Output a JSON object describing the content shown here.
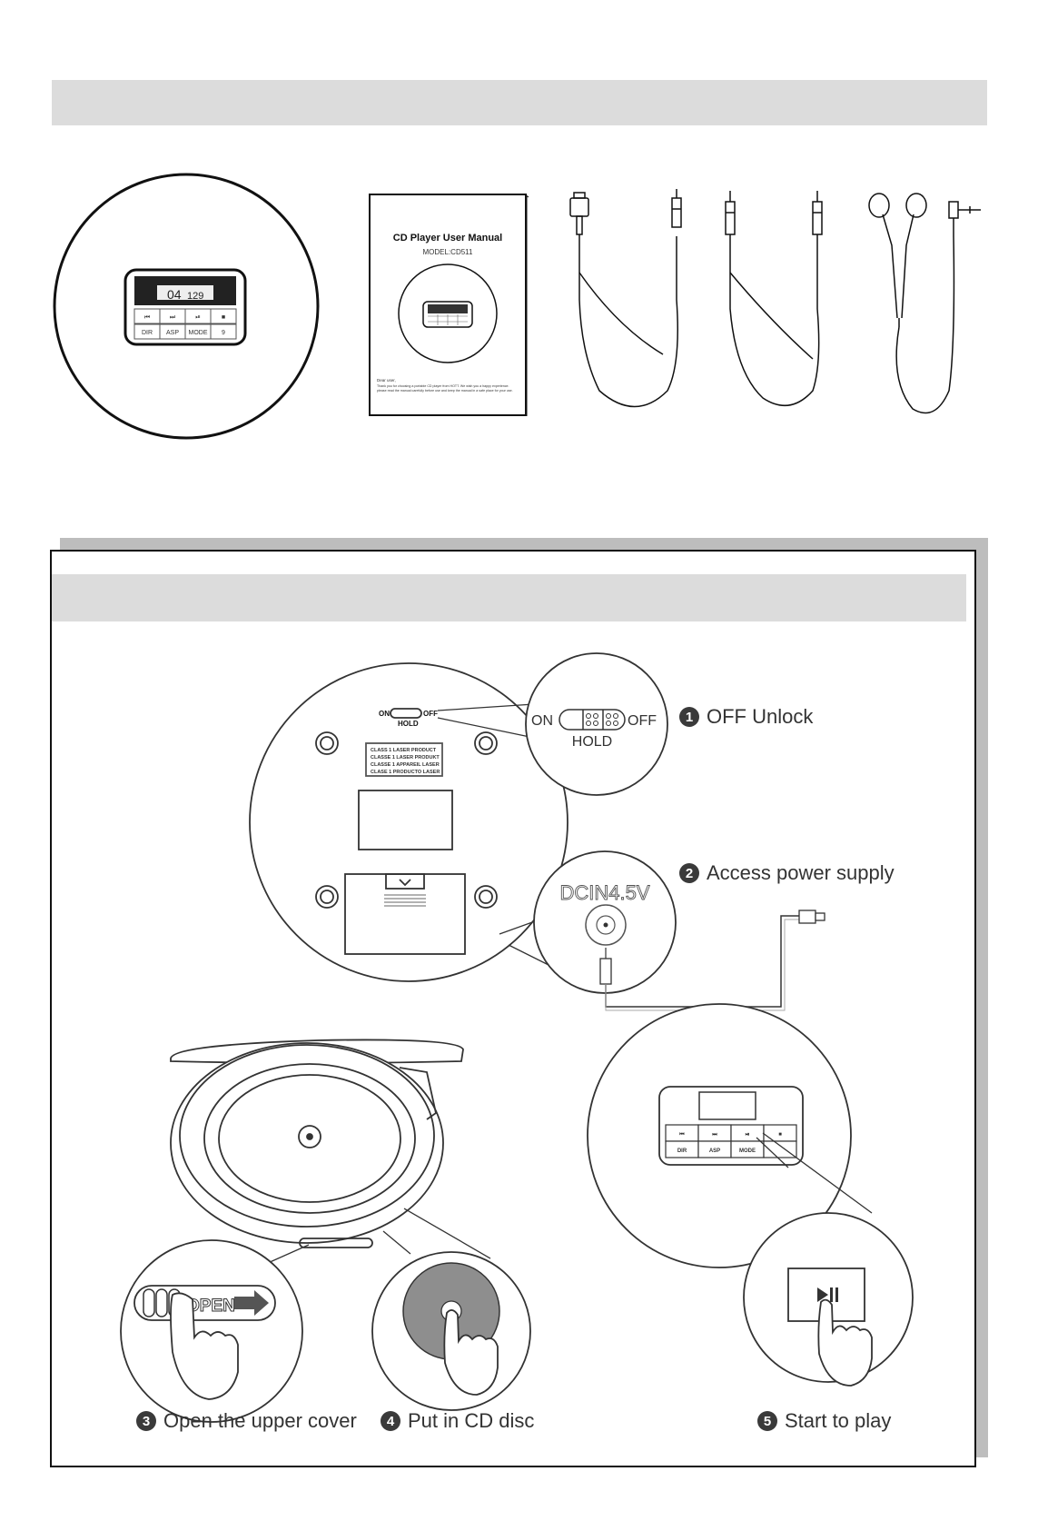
{
  "manual_cover": {
    "title": "CD  Player User Manual",
    "model": "MODEL:CD511",
    "greeting": "Dear user,",
    "body_line1": "Thank you for choosing a portable CD player from HOTT. We wish you a happy experience.",
    "body_line2": "please read the manual carefully before use and keep the manual in a safe place for your use."
  },
  "player_display": {
    "time": "04",
    "track": "129",
    "buttons_row1": [
      "⏮",
      "⏭",
      "⏯",
      "■"
    ],
    "buttons_row2": [
      "DIR",
      "ASP",
      "MODE",
      "9"
    ]
  },
  "hold_switch": {
    "on": "ON",
    "off": "OFF",
    "hold": "HOLD"
  },
  "laser_label": [
    "CLASS 1 LASER PRODUCT",
    "CLASSE 1 LASER PRODUKT",
    "CLASSE 1 APPAREIL LASER",
    "CLASE 1 PRODUCTO LASER"
  ],
  "dc_in": "DCIN4.5V",
  "open_label": "OPEN",
  "steps": [
    {
      "num": "1",
      "text": "OFF Unlock"
    },
    {
      "num": "2",
      "text": "Access power supply"
    },
    {
      "num": "3",
      "text": "Open the upper cover"
    },
    {
      "num": "4",
      "text": "Put in CD disc"
    },
    {
      "num": "5",
      "text": "Start to play"
    }
  ]
}
